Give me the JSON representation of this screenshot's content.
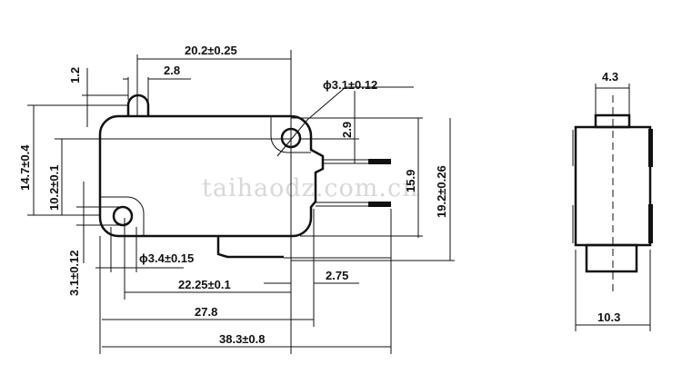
{
  "watermark": "taihaodz.com.cn",
  "dimensions": {
    "width_20_2": "20.2±0.25",
    "actuator_2_8": "2.8",
    "actuator_1_2": "1.2",
    "hole_top": "ϕ3.1±0.12",
    "offset_2_9": "2.9",
    "height_14_7": "14.7±0.4",
    "height_10_2": "10.2±0.1",
    "hole_offset_3_1": "3.1±0.12",
    "height_15_9": "15.9",
    "height_19_2": "19.2±0.26",
    "hole_bottom": "ϕ3.4±0.15",
    "pitch_22_25": "22.25±0.1",
    "offset_2_75": "2.75",
    "length_27_8": "27.8",
    "length_38_3": "38.3±0.8",
    "side_top_4_3": "4.3",
    "side_width_10_3": "10.3"
  }
}
